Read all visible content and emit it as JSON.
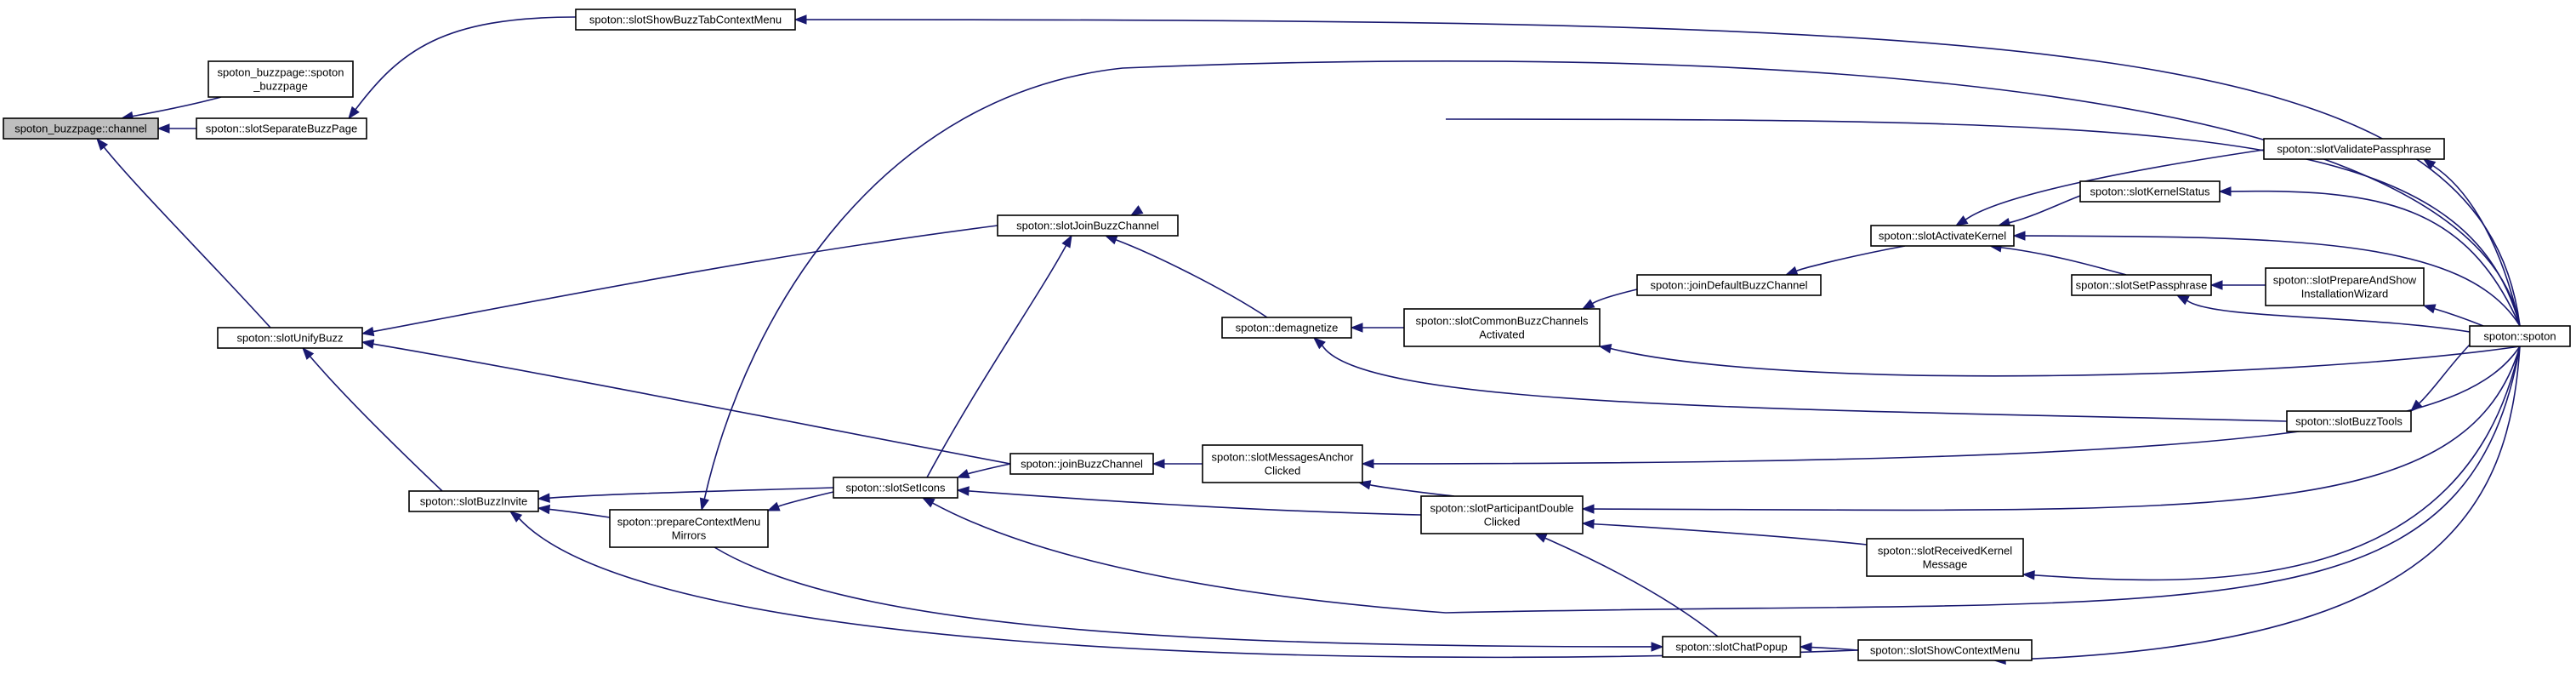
{
  "diagram": {
    "nodes": [
      {
        "id": "channel",
        "lines": [
          "spoton_buzzpage::channel"
        ],
        "highlight": true
      },
      {
        "id": "buzzpage_ctor",
        "lines": [
          "spoton_buzzpage::spoton",
          "_buzzpage"
        ]
      },
      {
        "id": "slotSeparateBuzzPage",
        "lines": [
          "spoton::slotSeparateBuzzPage"
        ]
      },
      {
        "id": "slotShowBuzzTabContextMenu",
        "lines": [
          "spoton::slotShowBuzzTabContextMenu"
        ]
      },
      {
        "id": "slotUnifyBuzz",
        "lines": [
          "spoton::slotUnifyBuzz"
        ]
      },
      {
        "id": "slotBuzzInvite",
        "lines": [
          "spoton::slotBuzzInvite"
        ]
      },
      {
        "id": "prepareContextMenuMirrors",
        "lines": [
          "spoton::prepareContextMenu",
          "Mirrors"
        ]
      },
      {
        "id": "slotSetIcons",
        "lines": [
          "spoton::slotSetIcons"
        ]
      },
      {
        "id": "slotJoinBuzzChannel",
        "lines": [
          "spoton::slotJoinBuzzChannel"
        ]
      },
      {
        "id": "joinBuzzChannel",
        "lines": [
          "spoton::joinBuzzChannel"
        ]
      },
      {
        "id": "demagnetize",
        "lines": [
          "spoton::demagnetize"
        ]
      },
      {
        "id": "slotMessagesAnchorClicked",
        "lines": [
          "spoton::slotMessagesAnchor",
          "Clicked"
        ]
      },
      {
        "id": "slotCommonBuzzChannelsActivated",
        "lines": [
          "spoton::slotCommonBuzzChannels",
          "Activated"
        ]
      },
      {
        "id": "slotParticipantDoubleClicked",
        "lines": [
          "spoton::slotParticipantDouble",
          "Clicked"
        ]
      },
      {
        "id": "slotChatPopup",
        "lines": [
          "spoton::slotChatPopup"
        ]
      },
      {
        "id": "joinDefaultBuzzChannel",
        "lines": [
          "spoton::joinDefaultBuzzChannel"
        ]
      },
      {
        "id": "slotReceivedKernelMessage",
        "lines": [
          "spoton::slotReceivedKernel",
          "Message"
        ]
      },
      {
        "id": "slotShowContextMenu",
        "lines": [
          "spoton::slotShowContextMenu"
        ]
      },
      {
        "id": "slotActivateKernel",
        "lines": [
          "spoton::slotActivateKernel"
        ]
      },
      {
        "id": "slotKernelStatus",
        "lines": [
          "spoton::slotKernelStatus"
        ]
      },
      {
        "id": "slotSetPassphrase",
        "lines": [
          "spoton::slotSetPassphrase"
        ]
      },
      {
        "id": "slotValidatePassphrase",
        "lines": [
          "spoton::slotValidatePassphrase"
        ]
      },
      {
        "id": "slotPrepareAndShowInstallationWizard",
        "lines": [
          "spoton::slotPrepareAndShow",
          "InstallationWizard"
        ]
      },
      {
        "id": "slotBuzzTools",
        "lines": [
          "spoton::slotBuzzTools"
        ]
      },
      {
        "id": "spoton",
        "lines": [
          "spoton::spoton"
        ]
      }
    ],
    "edges": [
      {
        "from": "buzzpage_ctor",
        "to": "channel"
      },
      {
        "from": "slotSeparateBuzzPage",
        "to": "channel"
      },
      {
        "from": "slotUnifyBuzz",
        "to": "channel"
      },
      {
        "from": "slotShowBuzzTabContextMenu",
        "to": "slotSeparateBuzzPage"
      },
      {
        "from": "spoton",
        "to": "slotShowBuzzTabContextMenu"
      },
      {
        "from": "slotJoinBuzzChannel",
        "to": "slotUnifyBuzz"
      },
      {
        "from": "joinBuzzChannel",
        "to": "slotUnifyBuzz"
      },
      {
        "from": "slotBuzzInvite",
        "to": "slotUnifyBuzz"
      },
      {
        "from": "prepareContextMenuMirrors",
        "to": "slotBuzzInvite"
      },
      {
        "from": "slotSetIcons",
        "to": "slotBuzzInvite"
      },
      {
        "from": "slotShowContextMenu",
        "to": "slotBuzzInvite"
      },
      {
        "from": "slotSetIcons",
        "to": "prepareContextMenuMirrors"
      },
      {
        "from": "spoton",
        "to": "prepareContextMenuMirrors"
      },
      {
        "from": "joinBuzzChannel",
        "to": "slotSetIcons"
      },
      {
        "from": "slotParticipantDoubleClicked",
        "to": "slotSetIcons"
      },
      {
        "from": "spoton",
        "to": "slotSetIcons"
      },
      {
        "from": "slotSetIcons",
        "to": "slotJoinBuzzChannel"
      },
      {
        "from": "demagnetize",
        "to": "slotJoinBuzzChannel"
      },
      {
        "from": "spoton",
        "to": "slotJoinBuzzChannel"
      },
      {
        "from": "slotMessagesAnchorClicked",
        "to": "joinBuzzChannel"
      },
      {
        "from": "slotCommonBuzzChannelsActivated",
        "to": "demagnetize"
      },
      {
        "from": "slotBuzzTools",
        "to": "demagnetize"
      },
      {
        "from": "slotParticipantDoubleClicked",
        "to": "slotMessagesAnchorClicked"
      },
      {
        "from": "spoton",
        "to": "slotMessagesAnchorClicked"
      },
      {
        "from": "joinDefaultBuzzChannel",
        "to": "slotCommonBuzzChannelsActivated"
      },
      {
        "from": "spoton",
        "to": "slotCommonBuzzChannelsActivated"
      },
      {
        "from": "slotChatPopup",
        "to": "slotParticipantDoubleClicked"
      },
      {
        "from": "slotReceivedKernelMessage",
        "to": "slotParticipantDoubleClicked"
      },
      {
        "from": "spoton",
        "to": "slotParticipantDoubleClicked"
      },
      {
        "from": "prepareContextMenuMirrors",
        "to": "slotChatPopup"
      },
      {
        "from": "slotShowContextMenu",
        "to": "slotChatPopup"
      },
      {
        "from": "slotActivateKernel",
        "to": "joinDefaultBuzzChannel"
      },
      {
        "from": "spoton",
        "to": "slotReceivedKernelMessage"
      },
      {
        "from": "spoton",
        "to": "slotShowContextMenu"
      },
      {
        "from": "slotKernelStatus",
        "to": "slotActivateKernel"
      },
      {
        "from": "slotSetPassphrase",
        "to": "slotActivateKernel"
      },
      {
        "from": "slotValidatePassphrase",
        "to": "slotActivateKernel"
      },
      {
        "from": "spoton",
        "to": "slotActivateKernel"
      },
      {
        "from": "spoton",
        "to": "slotKernelStatus"
      },
      {
        "from": "slotPrepareAndShowInstallationWizard",
        "to": "slotSetPassphrase"
      },
      {
        "from": "spoton",
        "to": "slotSetPassphrase"
      },
      {
        "from": "spoton",
        "to": "slotValidatePassphrase"
      },
      {
        "from": "spoton",
        "to": "slotPrepareAndShowInstallationWizard"
      },
      {
        "from": "spoton",
        "to": "slotBuzzTools"
      }
    ]
  },
  "colors": {
    "edge": "#191970",
    "node_border": "#000000",
    "node_fill": "#ffffff",
    "highlight_fill": "#bfbfbf",
    "background": "#ffffff"
  }
}
